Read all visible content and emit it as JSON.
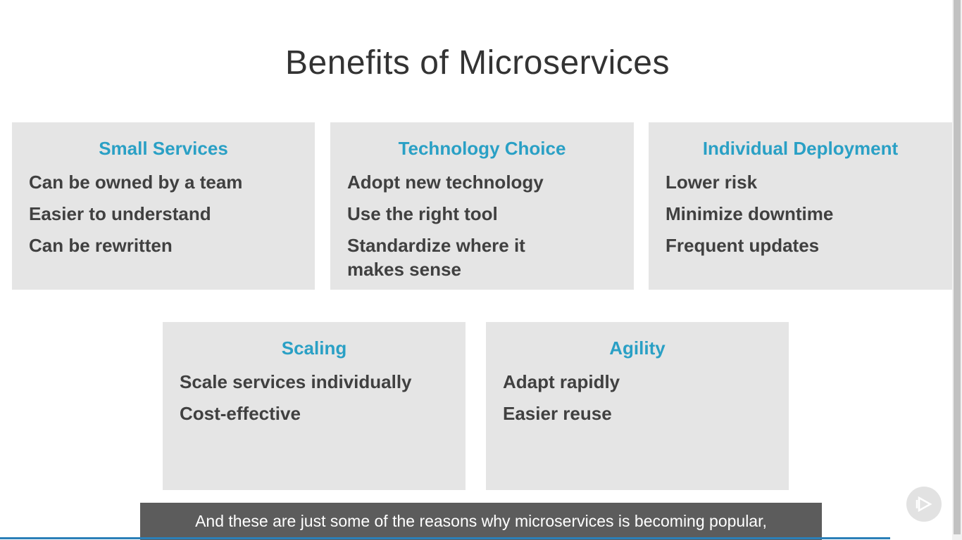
{
  "slide": {
    "title": "Benefits of Microservices"
  },
  "cards": [
    {
      "heading": "Small Services",
      "items": [
        "Can be owned by a team",
        "Easier to understand",
        "Can be rewritten"
      ]
    },
    {
      "heading": "Technology Choice",
      "items": [
        "Adopt new technology",
        "Use the right tool",
        "Standardize where it makes sense"
      ]
    },
    {
      "heading": "Individual Deployment",
      "items": [
        "Lower risk",
        "Minimize downtime",
        "Frequent updates"
      ]
    },
    {
      "heading": "Scaling",
      "items": [
        "Scale services individually",
        "Cost-effective"
      ]
    },
    {
      "heading": "Agility",
      "items": [
        "Adapt rapidly",
        "Easier reuse"
      ]
    }
  ],
  "caption": {
    "text": "And these are just some of the reasons why microservices is becoming popular,"
  },
  "icons": {
    "play_logo": "play-logo-icon"
  },
  "colors": {
    "heading_accent": "#2aa0c5",
    "card_background": "#e5e5e5",
    "caption_background": "#5c5c5c",
    "progress": "#2a7fb8"
  }
}
